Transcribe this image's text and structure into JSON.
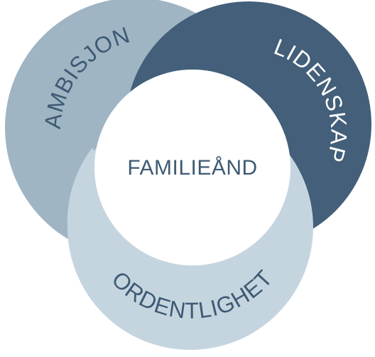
{
  "diagram": {
    "center_label": "FAMILIEÅND",
    "segments": [
      {
        "label": "AMBISJON",
        "color": "#9FB5C4",
        "text_color": "#3E5A73"
      },
      {
        "label": "LIDENSKAP",
        "color": "#435F79",
        "text_color": "#FFFFFF"
      },
      {
        "label": "ORDENTLIGHET",
        "color": "#C5D5E0",
        "text_color": "#3E5A73"
      }
    ],
    "center_color": "#FFFFFF",
    "center_text_color": "#3E5A73"
  }
}
